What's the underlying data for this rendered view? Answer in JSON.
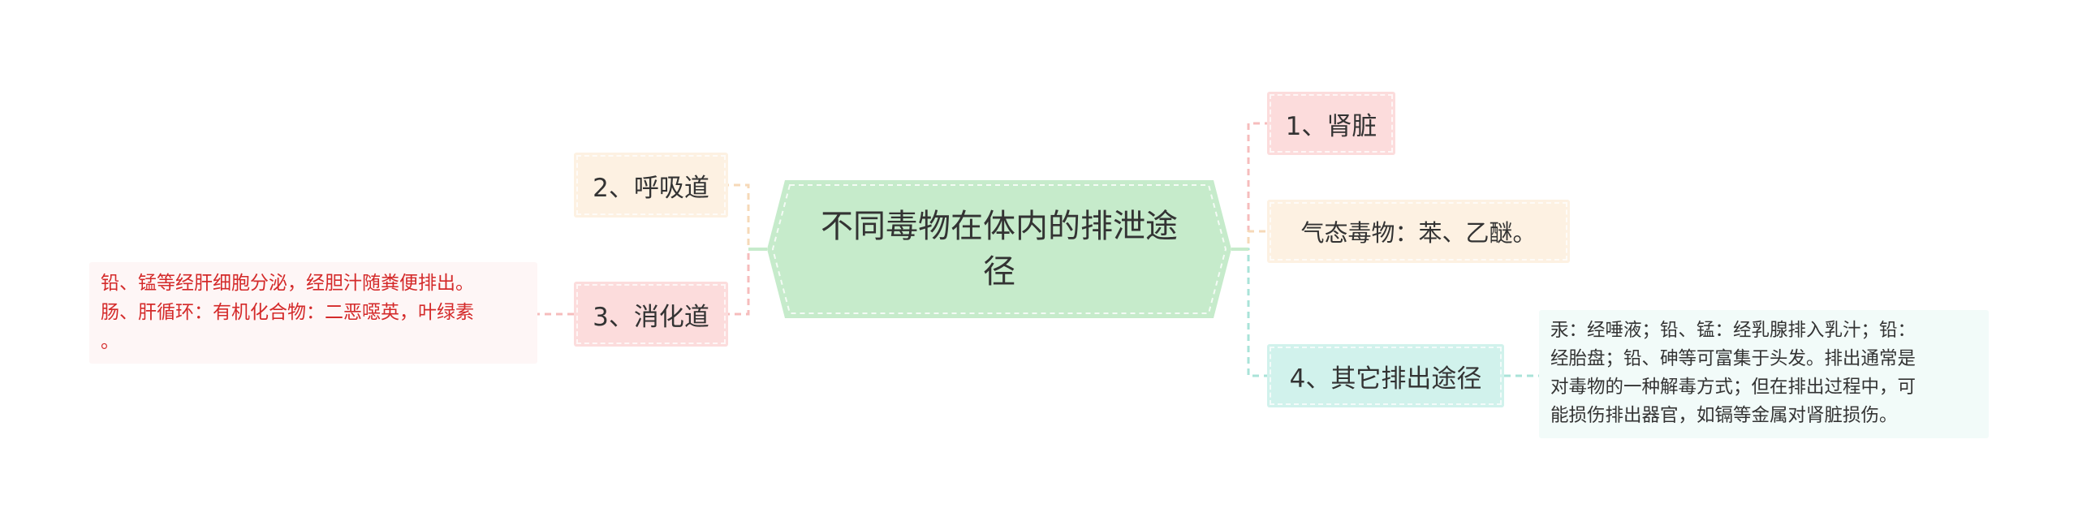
{
  "center": {
    "title_line1": "不同毒物在体内的排泄途",
    "title_line2": "径"
  },
  "left_branches": [
    {
      "label": "2、呼吸道"
    },
    {
      "label": "3、消化道"
    }
  ],
  "left_leaf": {
    "line1": "铅、锰等经肝细胞分泌，经胆汁随粪便排出。",
    "line2": "肠、肝循环：有机化合物：二恶噁英，叶绿素",
    "line3": "。"
  },
  "right_branches": [
    {
      "label": "1、肾脏"
    },
    {
      "label": "气态毒物：苯、乙醚。"
    },
    {
      "label": "4、其它排出途径"
    }
  ],
  "right_leaf": {
    "line1": "汞：经唾液；铅、锰：经乳腺排入乳汁；铅：",
    "line2": "经胎盘；铅、砷等可富集于头发。排出通常是",
    "line3": "对毒物的一种解毒方式；但在排出过程中，可",
    "line4": "能损伤排出器官，如镉等金属对肾脏损伤。"
  },
  "colors": {
    "center_fill": "#c6ebcb",
    "peach": "#fdf1e2",
    "pink": "#fcdcdc",
    "mint": "#d1f2ec",
    "leaf_red_text": "#d42a2a",
    "connector_peach": "#f6d9b8",
    "connector_pink": "#f6bcbc",
    "connector_mint": "#a9e3d8"
  }
}
